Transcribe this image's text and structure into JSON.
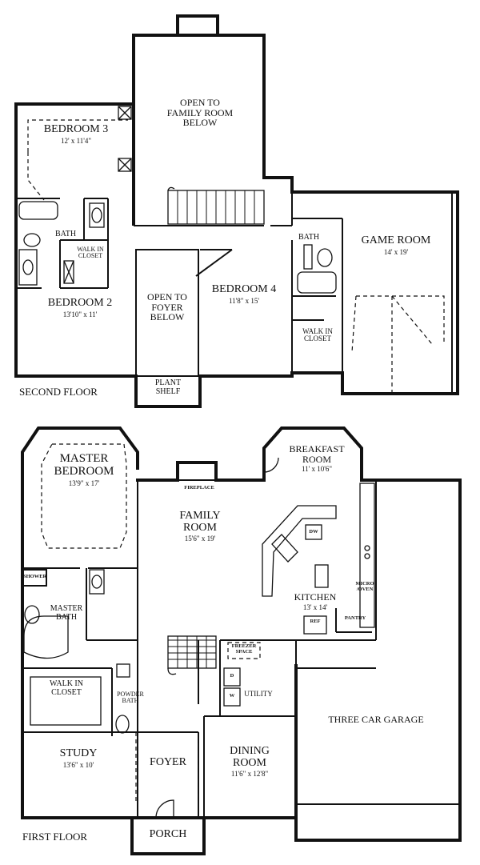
{
  "second_floor": {
    "title": "SECOND FLOOR",
    "open_family": [
      "OPEN TO",
      "FAMILY ROOM",
      "BELOW"
    ],
    "bedroom3": {
      "name": "BEDROOM 3",
      "dim": "12' x 11'4\""
    },
    "bath_left": "BATH",
    "walkin_left": [
      "WALK IN",
      "CLOSET"
    ],
    "bedroom2": {
      "name": "BEDROOM 2",
      "dim": "13'10\" x 11'"
    },
    "open_foyer": [
      "OPEN TO",
      "FOYER",
      "BELOW"
    ],
    "plant_shelf": [
      "PLANT",
      "SHELF"
    ],
    "bedroom4": {
      "name": "BEDROOM 4",
      "dim": "11'8\" x 15'"
    },
    "bath_right": "BATH",
    "walkin_right": [
      "WALK IN",
      "CLOSET"
    ],
    "game_room": {
      "name": "GAME ROOM",
      "dim": "14' x 19'"
    }
  },
  "first_floor": {
    "title": "FIRST FLOOR",
    "master_bedroom": {
      "name": [
        "MASTER",
        "BEDROOM"
      ],
      "dim": "13'9\" x 17'"
    },
    "shower": "SHOWER",
    "master_bath": [
      "MASTER",
      "BATH"
    ],
    "walkin": [
      "WALK IN",
      "CLOSET"
    ],
    "powder_bath": [
      "POWDER",
      "BATH"
    ],
    "fireplace": "FIREPLACE",
    "family_room": {
      "name": [
        "FAMILY",
        "ROOM"
      ],
      "dim": "15'6\" x 19'"
    },
    "breakfast_room": {
      "name": [
        "BREAKFAST",
        "ROOM"
      ],
      "dim": "11' x 10'6\""
    },
    "dw": "DW",
    "micro_oven": [
      "MICRO",
      "/OVEN"
    ],
    "kitchen": {
      "name": "KITCHEN",
      "dim": "13' x 14'"
    },
    "ref": "REF",
    "pantry": "PANTRY",
    "freezer_space": [
      "FREEZER",
      "SPACE"
    ],
    "utility": "UTILITY",
    "washer": "W",
    "dryer": "D",
    "study": {
      "name": "STUDY",
      "dim": "13'6\" x 10'"
    },
    "foyer": "FOYER",
    "dining_room": {
      "name": [
        "DINING",
        "ROOM"
      ],
      "dim": "11'6\" x 12'8\""
    },
    "garage": "THREE CAR GARAGE",
    "porch": "PORCH"
  }
}
